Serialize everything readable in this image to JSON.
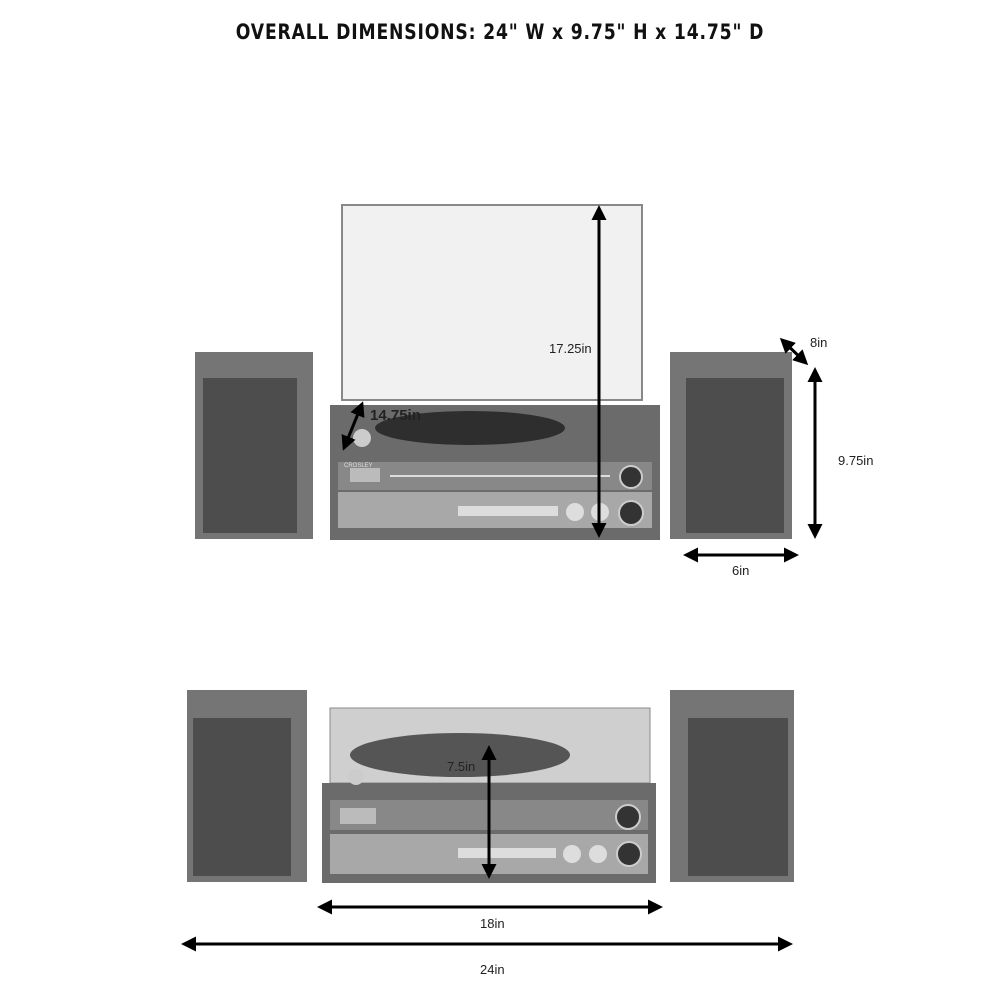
{
  "title": "OVERALL DIMENSIONS: 24\" W x 9.75\" H x 14.75\" D",
  "brand": "CROSLEY",
  "top_view": {
    "height_open": "17.25in",
    "depth": "14.75in",
    "speaker_depth": "8in",
    "speaker_height": "9.75in",
    "speaker_width": "6in"
  },
  "front_view": {
    "height_closed": "7.5in",
    "unit_width": "18in",
    "total_width": "24in"
  },
  "colors": {
    "speaker": "#6f6f6f",
    "grille": "#4a4a4a",
    "arrow": "#000000"
  }
}
